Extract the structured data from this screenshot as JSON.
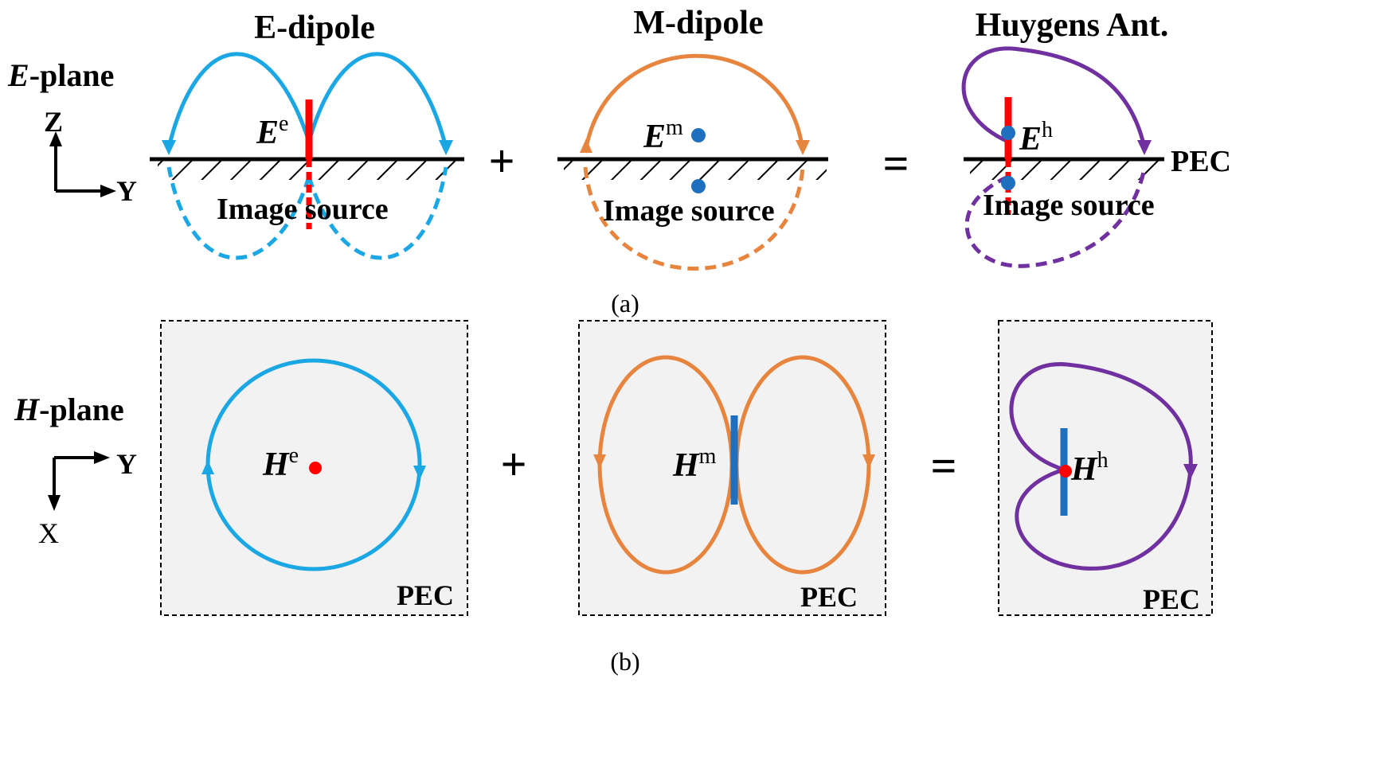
{
  "colors": {
    "electric": "#1ba6e4",
    "magnetic": "#e7843d",
    "huygens": "#7030a0",
    "source_red": "#ff0000",
    "source_blue": "#1f6fbf",
    "panel_fill": "#f2f2f2"
  },
  "top": {
    "plane_label_italic": "E",
    "plane_label_rest": "-plane",
    "axis_vertical": "Z",
    "axis_horizontal": "Y",
    "titles": [
      "E-dipole",
      "M-dipole",
      "Huygens Ant."
    ],
    "field_labels": [
      {
        "base": "E",
        "sup": "e"
      },
      {
        "base": "E",
        "sup": "m"
      },
      {
        "base": "E",
        "sup": "h"
      }
    ],
    "image_source_label": "Image source",
    "pec_label": "PEC",
    "plus": "+",
    "equals": "=",
    "caption": "(a)"
  },
  "bottom": {
    "plane_label_italic": "H",
    "plane_label_rest": "-plane",
    "axis_horizontal": "Y",
    "axis_vertical": "X",
    "field_labels": [
      {
        "base": "H",
        "sup": "e"
      },
      {
        "base": "H",
        "sup": "m"
      },
      {
        "base": "H",
        "sup": "h"
      }
    ],
    "pec_label": "PEC",
    "plus": "+",
    "equals": "=",
    "caption": "(b)"
  }
}
